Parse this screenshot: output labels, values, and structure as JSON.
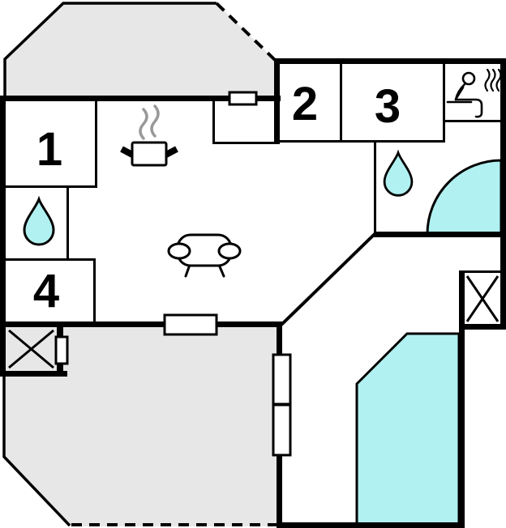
{
  "plan": {
    "title": "holiday-house-floor-plan",
    "rooms": [
      {
        "id": "room-1",
        "label": "1"
      },
      {
        "id": "room-2",
        "label": "2"
      },
      {
        "id": "room-3",
        "label": "3"
      },
      {
        "id": "room-4",
        "label": "4"
      }
    ],
    "icons": [
      {
        "name": "water-drop-icon",
        "meaning": "bathroom",
        "count": 2
      },
      {
        "name": "sauna-person-icon",
        "meaning": "sauna",
        "count": 1
      },
      {
        "name": "cooking-pot-icon",
        "meaning": "kitchen",
        "count": 1
      },
      {
        "name": "sofa-icon",
        "meaning": "living-room",
        "count": 1
      },
      {
        "name": "corner-shower-icon",
        "meaning": "shower",
        "count": 1
      },
      {
        "name": "pool-icon",
        "meaning": "pool",
        "count": 1
      },
      {
        "name": "crossed-box-icon",
        "meaning": "fixture",
        "count": 2
      }
    ],
    "areas": [
      "terrace-top",
      "terrace-bottom"
    ]
  },
  "colors": {
    "wall": "#000000",
    "terrace": "#e7e7e7",
    "water": "#b1f1f1",
    "steam": "#999999",
    "floor": "#ffffff"
  }
}
